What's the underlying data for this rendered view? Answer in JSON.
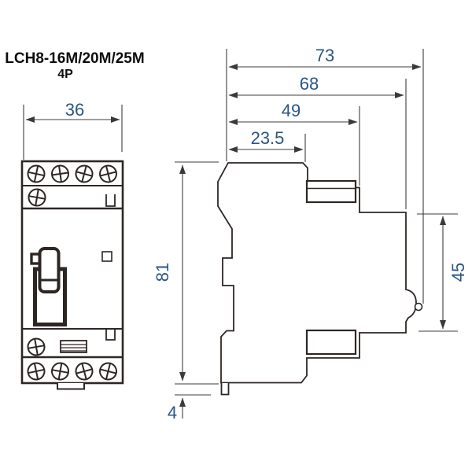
{
  "title": {
    "line1": "LCH8-16M/20M/25M",
    "line2": "4P"
  },
  "dimensions": {
    "front_width": "36",
    "depth_total": "73",
    "depth_to_din_clip": "68",
    "depth_body": "49",
    "depth_front_section": "23.5",
    "height_total": "81",
    "height_din_section": "45",
    "clip_pin_height": "4"
  },
  "colors": {
    "background": "#ffffff",
    "outline": "#2d2623",
    "dimension_line": "#3c3c3c",
    "dimension_text": "#2a5585",
    "title_text": "#0d0d0d"
  }
}
